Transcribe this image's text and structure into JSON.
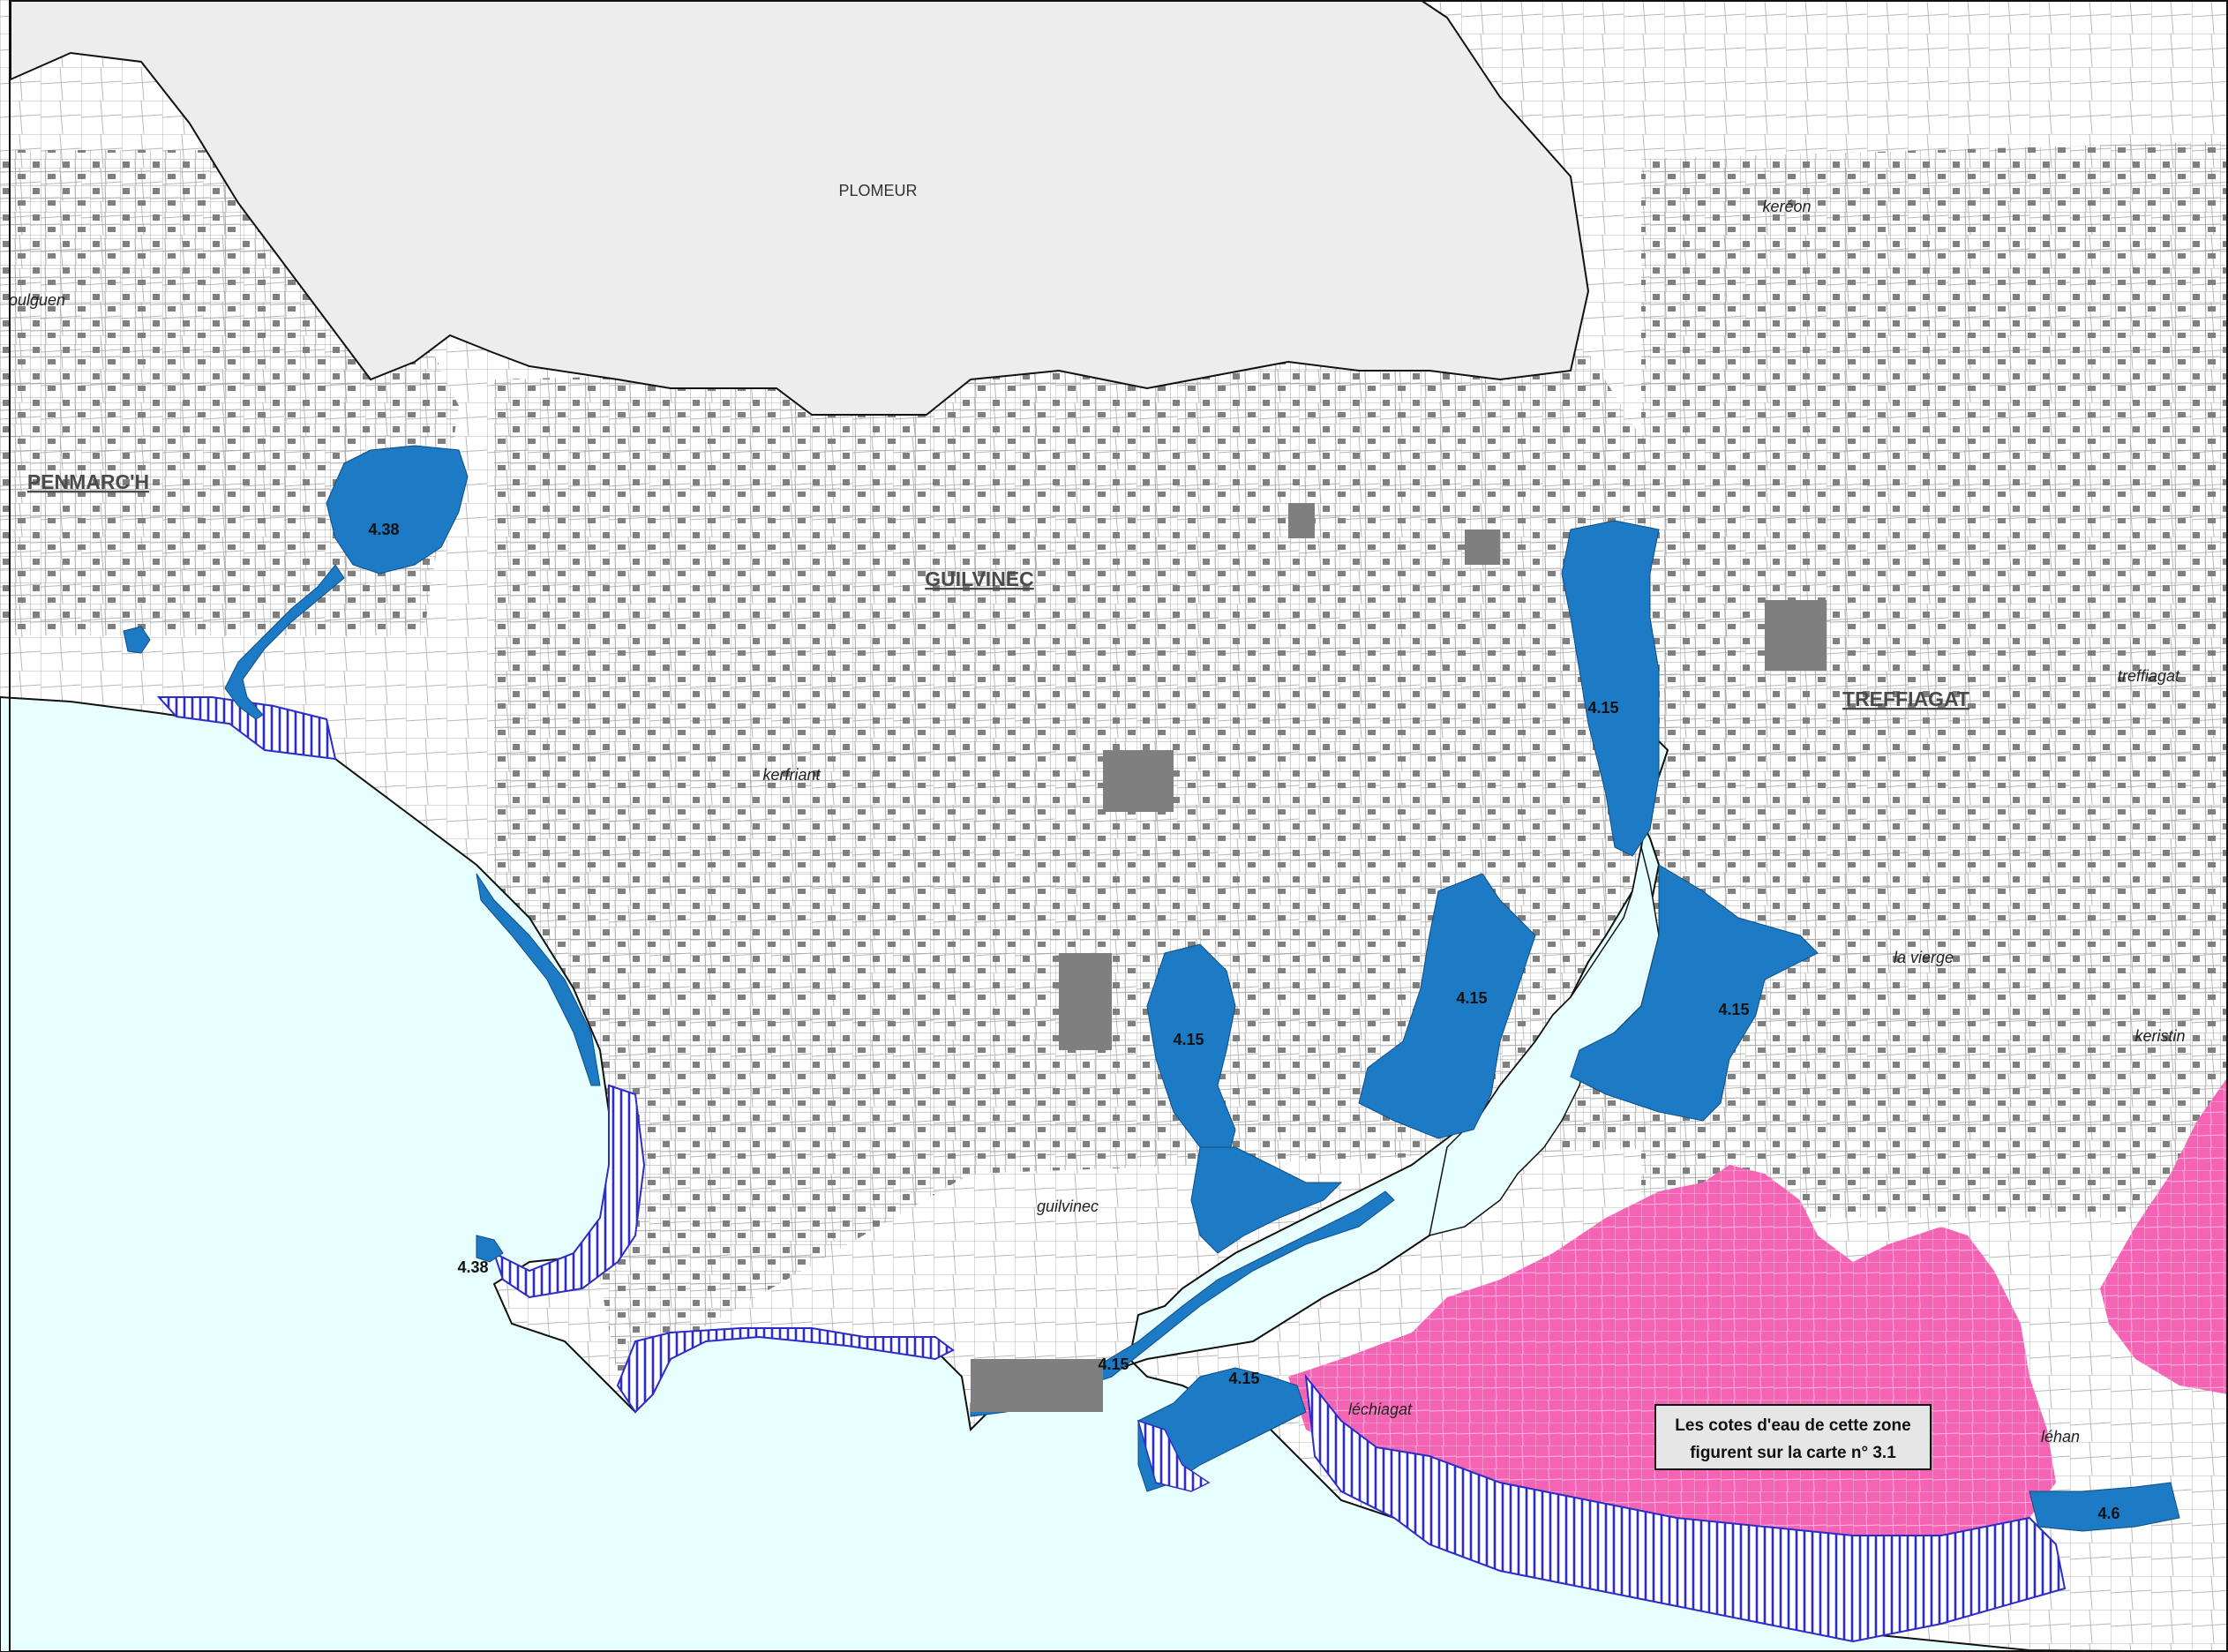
{
  "map": {
    "communes": {
      "plomeur": "PLOMEUR",
      "penmarch": "PENMARC'H",
      "guilvinec": "GUILVINEC",
      "treffiagat": "TREFFIAGAT"
    },
    "places": {
      "poulguen": "oulguen",
      "kereon": "keréon",
      "kerfriant": "kerfriant",
      "treffiagat": "treffiagat",
      "la_vierge": "la vierge",
      "keristin": "keristin",
      "guilvinec": "guilvinec",
      "lechiagat": "léchiagat",
      "lehan": "léhan"
    },
    "cotes": {
      "c438_north": "4.38",
      "c415_east": "4.15",
      "c415_center": "4.15",
      "c415_harbour": "4.15",
      "c415_treff": "4.15",
      "c438_west": "4.38",
      "c415_quay": "4.15",
      "c415_jetty": "4.15",
      "c46": "4.6"
    },
    "note": {
      "line1": "Les cotes d'eau de cette zone",
      "line2": "figurent sur la carte n° 3.1"
    },
    "colors": {
      "sea": "#e8ffff",
      "flood_blue": "#1d7ac4",
      "flood_pink": "#f564b4",
      "hatch_blue": "#2c2cc8",
      "building": "#7f7f7f",
      "plomeur_area": "#ededed"
    }
  }
}
